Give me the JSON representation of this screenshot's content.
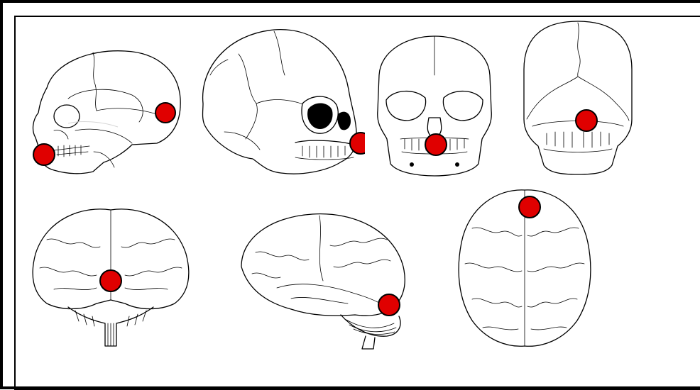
{
  "marker_color": "#e00000",
  "figures": [
    {
      "name": "skull-lateral-left",
      "marker_count": 2
    },
    {
      "name": "skull-three-quarter",
      "marker_count": 1
    },
    {
      "name": "skull-frontal",
      "marker_count": 1
    },
    {
      "name": "skull-posterior",
      "marker_count": 1
    },
    {
      "name": "brain-posterior",
      "marker_count": 1
    },
    {
      "name": "brain-lateral",
      "marker_count": 1
    },
    {
      "name": "brain-superior",
      "marker_count": 1
    }
  ],
  "icons": {
    "marker": "red-dot-icon"
  }
}
